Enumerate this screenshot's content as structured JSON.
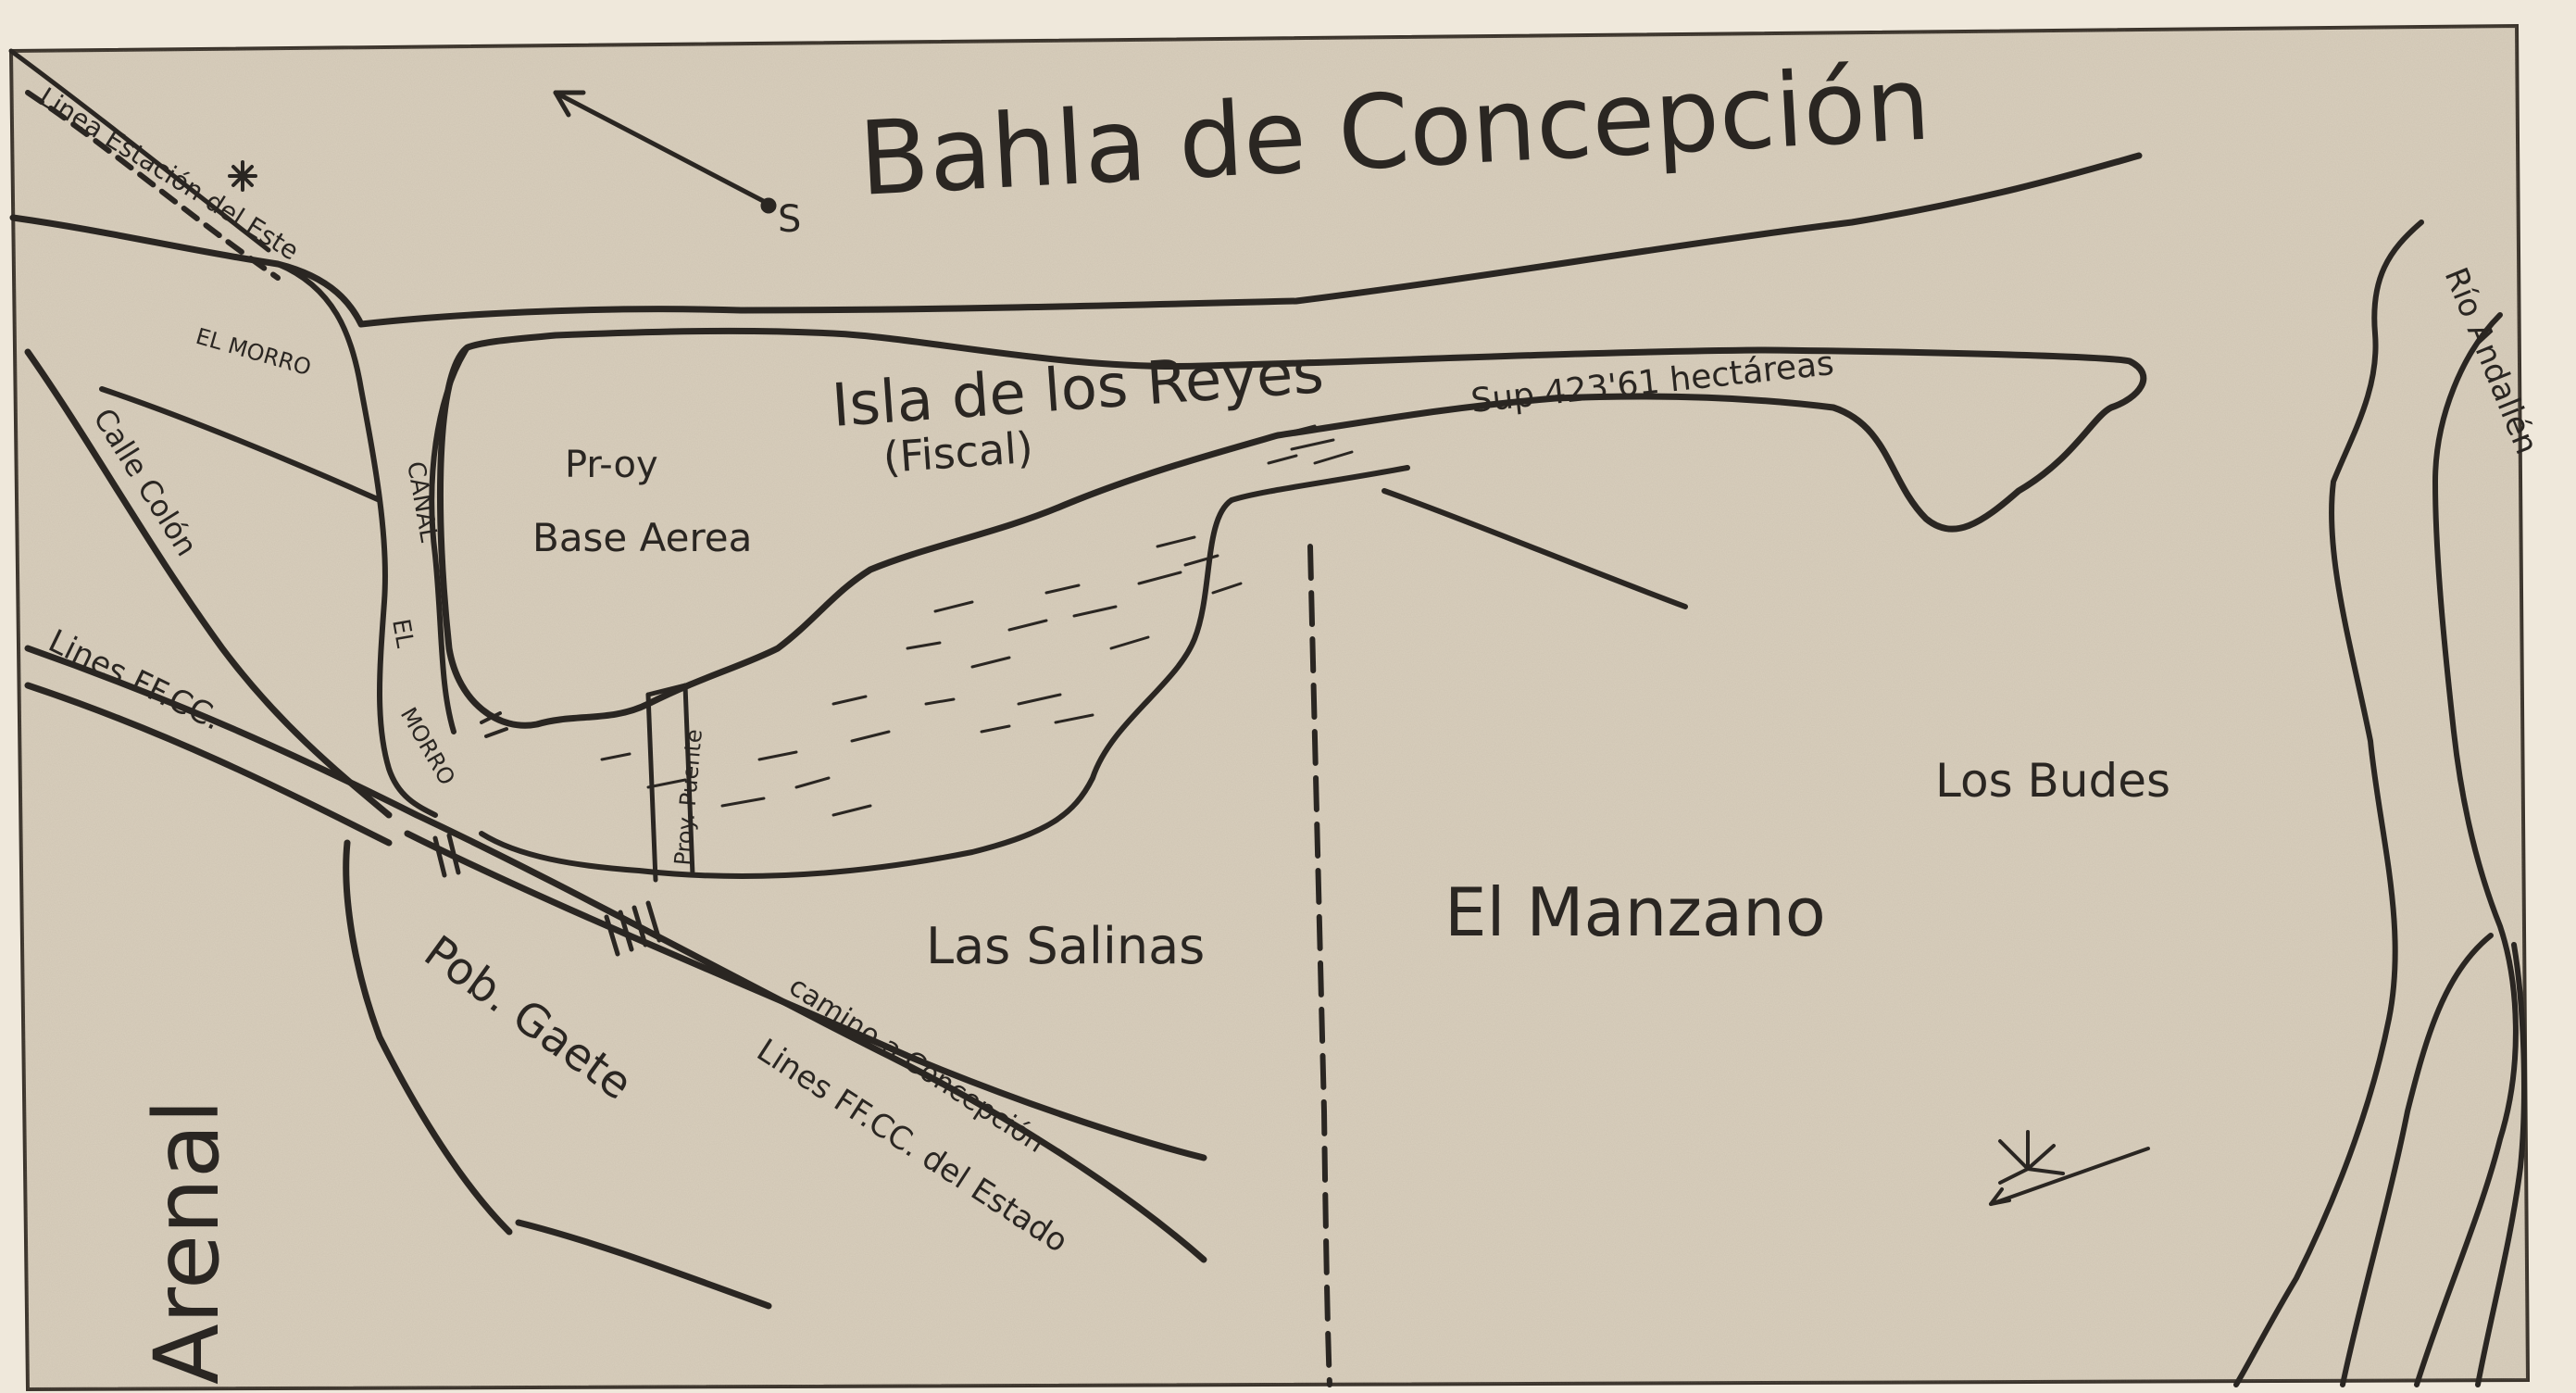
{
  "map": {
    "colors": {
      "paper": "#d9cfbd",
      "paper_edge": "#cbbfaa",
      "ink": "#2a2622",
      "outer": "#efe8db"
    },
    "labels": {
      "bay": "Bahla de Concepción",
      "island": "Isla de los Reyes",
      "island_note": "(Fiscal)",
      "area": "Sup 423'61 hectáreas",
      "proy": "Pr-oy",
      "base": "Base Aerea",
      "canal": "CANAL",
      "canal_el": "EL",
      "canal_morro": "MORRO",
      "el_morro": "EL MORRO",
      "rail_station": "Linea Estación del Este",
      "calle_colon": "Calle Colón",
      "lines_ffcc": "Lines FF.CC.",
      "proy_puente": "Proy. Puente",
      "pob_gaete": "Pob. Gaete",
      "camino": "camino a Concepción",
      "lines_estado": "Lines FF.CC. del Estado",
      "las_salinas": "Las Salinas",
      "el_manzano": "El Manzano",
      "los_budes": "Los Budes",
      "rio_andalien": "Río Andalién",
      "arenal": "Arenal",
      "north_letter": "S"
    }
  }
}
